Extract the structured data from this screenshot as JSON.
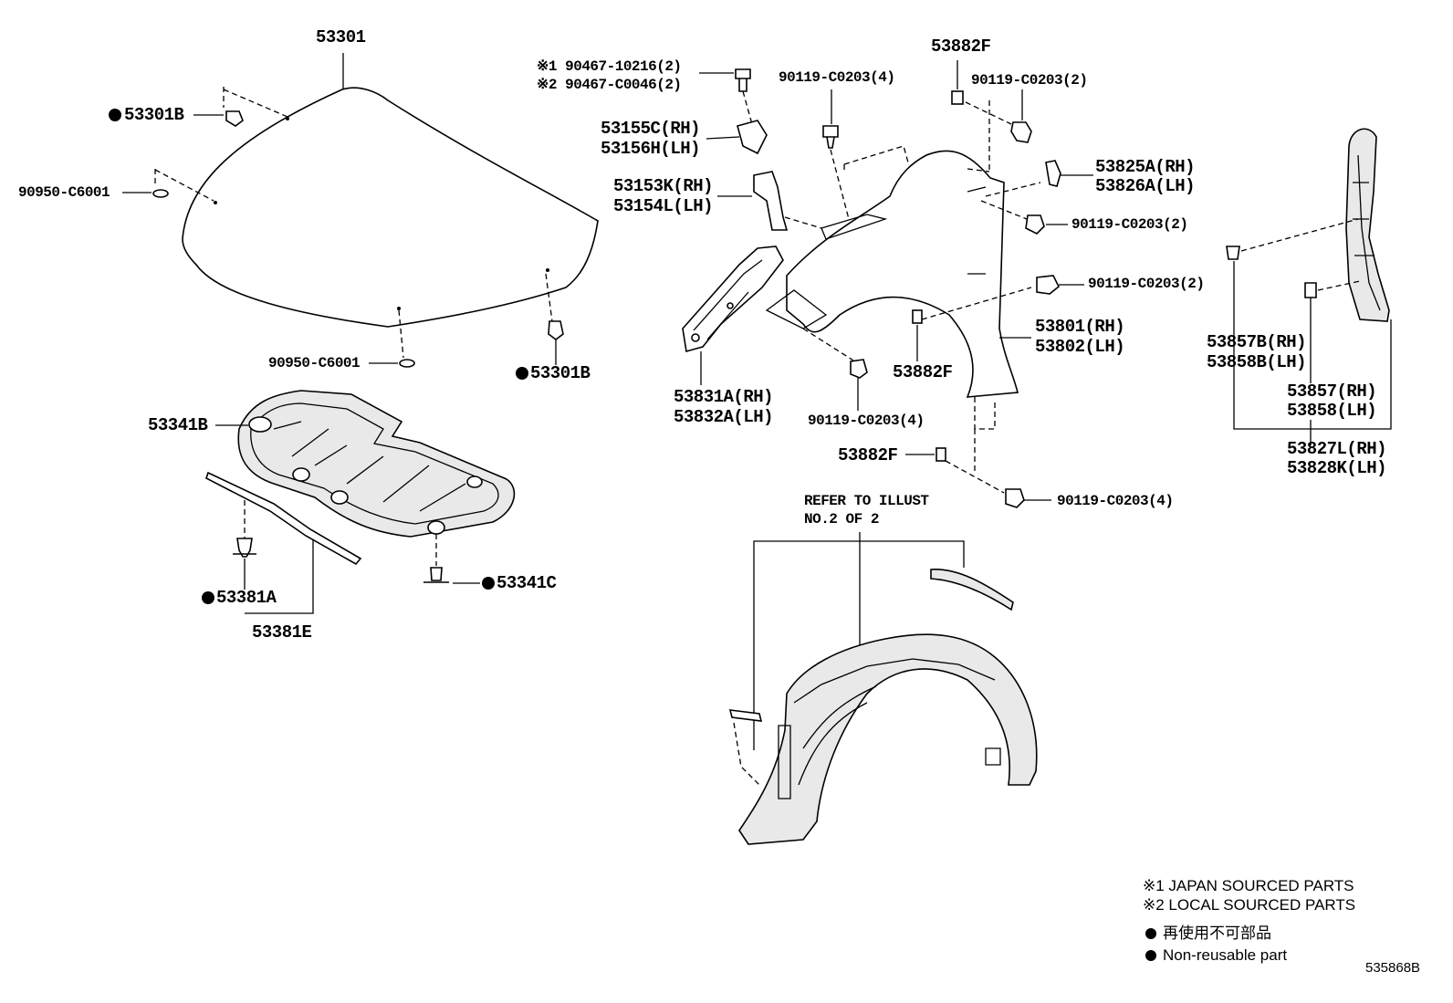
{
  "callouts": {
    "hood": "53301",
    "hood_bumper_left": "53301B",
    "hood_bumper_right": "53301B",
    "hood_seal_left": "90950-C6001",
    "hood_seal_bottom": "90950-C6001",
    "insulator": "53341B",
    "insulator_clip": "53341C",
    "seal_clip": "53381A",
    "seal_strip": "53381E",
    "clip_japan": "※1 90467-10216(2)",
    "clip_local": "※2 90467-C0046(2)",
    "seal_rh": "53155C(RH)",
    "seal_lh": "53156H(LH)",
    "bracket_rh": "53153K(RH)",
    "bracket_lh": "53154L(LH)",
    "fender_bracket_rh": "53831A(RH)",
    "fender_bracket_lh": "53832A(LH)",
    "bolt_top": "90119-C0203(4)",
    "cushion_top": "53882F",
    "bolt_top_right": "90119-C0203(2)",
    "protector_rh": "53825A(RH)",
    "protector_lh": "53826A(LH)",
    "bolt_mid": "90119-C0203(2)",
    "bolt_mid2": "90119-C0203(2)",
    "cushion_mid": "53882F",
    "fender_rh": "53801(RH)",
    "fender_lh": "53802(LH)",
    "bolt_lower": "90119-C0203(4)",
    "cushion_low": "53882F",
    "bolt_bottom": "90119-C0203(4)",
    "side_seal_b_rh": "53857B(RH)",
    "side_seal_b_lh": "53858B(LH)",
    "side_seal_rh": "53857(RH)",
    "side_seal_lh": "53858(LH)",
    "side_seal_assy_rh": "53827L(RH)",
    "side_seal_assy_lh": "53828K(LH)",
    "refer_line1": "REFER TO ILLUST",
    "refer_line2": "NO.2 OF 2"
  },
  "legend": {
    "note1": "※1 JAPAN SOURCED PARTS",
    "note2": "※2 LOCAL SOURCED PARTS",
    "nonreusable_ja": "再使用不可部品",
    "nonreusable_en": "Non-reusable part"
  },
  "illustration_id": "535868B"
}
